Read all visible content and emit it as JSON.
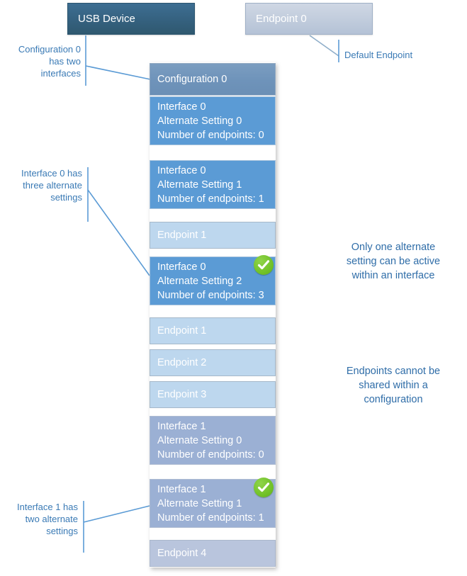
{
  "diagram": {
    "title_boxes": {
      "device": "USB Device",
      "endpoint0": "Endpoint 0"
    },
    "configuration": {
      "label": "Configuration 0"
    },
    "interfaces": [
      {
        "lines": [
          "Interface 0",
          "Alternate Setting 0",
          "Number of endpoints: 0"
        ],
        "active": false,
        "endpoints": []
      },
      {
        "lines": [
          "Interface 0",
          "Alternate Setting 1",
          "Number of endpoints: 1"
        ],
        "active": false,
        "endpoints": [
          "Endpoint 1"
        ]
      },
      {
        "lines": [
          "Interface 0",
          "Alternate Setting 2",
          "Number of endpoints: 3"
        ],
        "active": true,
        "endpoints": [
          "Endpoint 1",
          "Endpoint 2",
          "Endpoint 3"
        ]
      },
      {
        "lines": [
          "Interface 1",
          "Alternate Setting 0",
          "Number of endpoints: 0"
        ],
        "active": false,
        "endpoints": []
      },
      {
        "lines": [
          "Interface 1",
          "Alternate Setting 1",
          "Number of endpoints: 1"
        ],
        "active": true,
        "endpoints": [
          "Endpoint 4"
        ]
      }
    ],
    "flat_boxes": {
      "if0_as0_l1": "Interface 0",
      "if0_as0_l2": "Alternate Setting 0",
      "if0_as0_l3": "Number of endpoints: 0",
      "if0_as1_l1": "Interface 0",
      "if0_as1_l2": "Alternate Setting 1",
      "if0_as1_l3": "Number of endpoints: 1",
      "ep1_a": "Endpoint 1",
      "if0_as2_l1": "Interface 0",
      "if0_as2_l2": "Alternate Setting 2",
      "if0_as2_l3": "Number of endpoints: 3",
      "ep1_b": "Endpoint 1",
      "ep2": "Endpoint 2",
      "ep3": "Endpoint 3",
      "if1_as0_l1": "Interface 1",
      "if1_as0_l2": "Alternate Setting 0",
      "if1_as0_l3": "Number of endpoints: 0",
      "if1_as1_l1": "Interface 1",
      "if1_as1_l2": "Alternate Setting 1",
      "if1_as1_l3": "Number of endpoints: 1",
      "ep4": "Endpoint 4"
    },
    "annotations": {
      "config_note": "Configuration 0\nhas two\ninterfaces",
      "default_endpoint_note": "Default Endpoint",
      "if0_note": "Interface 0 has\nthree alternate\nsettings",
      "if1_note": "Interface 1 has\ntwo alternate\nsettings",
      "only_one_alt": "Only one alternate\nsetting can be active\nwithin an interface",
      "no_shared_ep": "Endpoints cannot be\nshared within a\nconfiguration"
    },
    "icons": {
      "active_badge": "check-circle-icon"
    },
    "colors": {
      "device_box": "#35617f",
      "endpoint0_box": "#c2cddd",
      "configuration_box": "#6e93ba",
      "interface0_box": "#5b9bd5",
      "interface1_box": "#9bb0d4",
      "endpoint_box": "#bdd7ee",
      "endpoint_box_muted": "#b9c5dd",
      "annotation_text": "#3a7ab5",
      "note_text": "#2f6da8",
      "check_green": "#72c229",
      "connector_line": "#5b9bd5"
    }
  }
}
